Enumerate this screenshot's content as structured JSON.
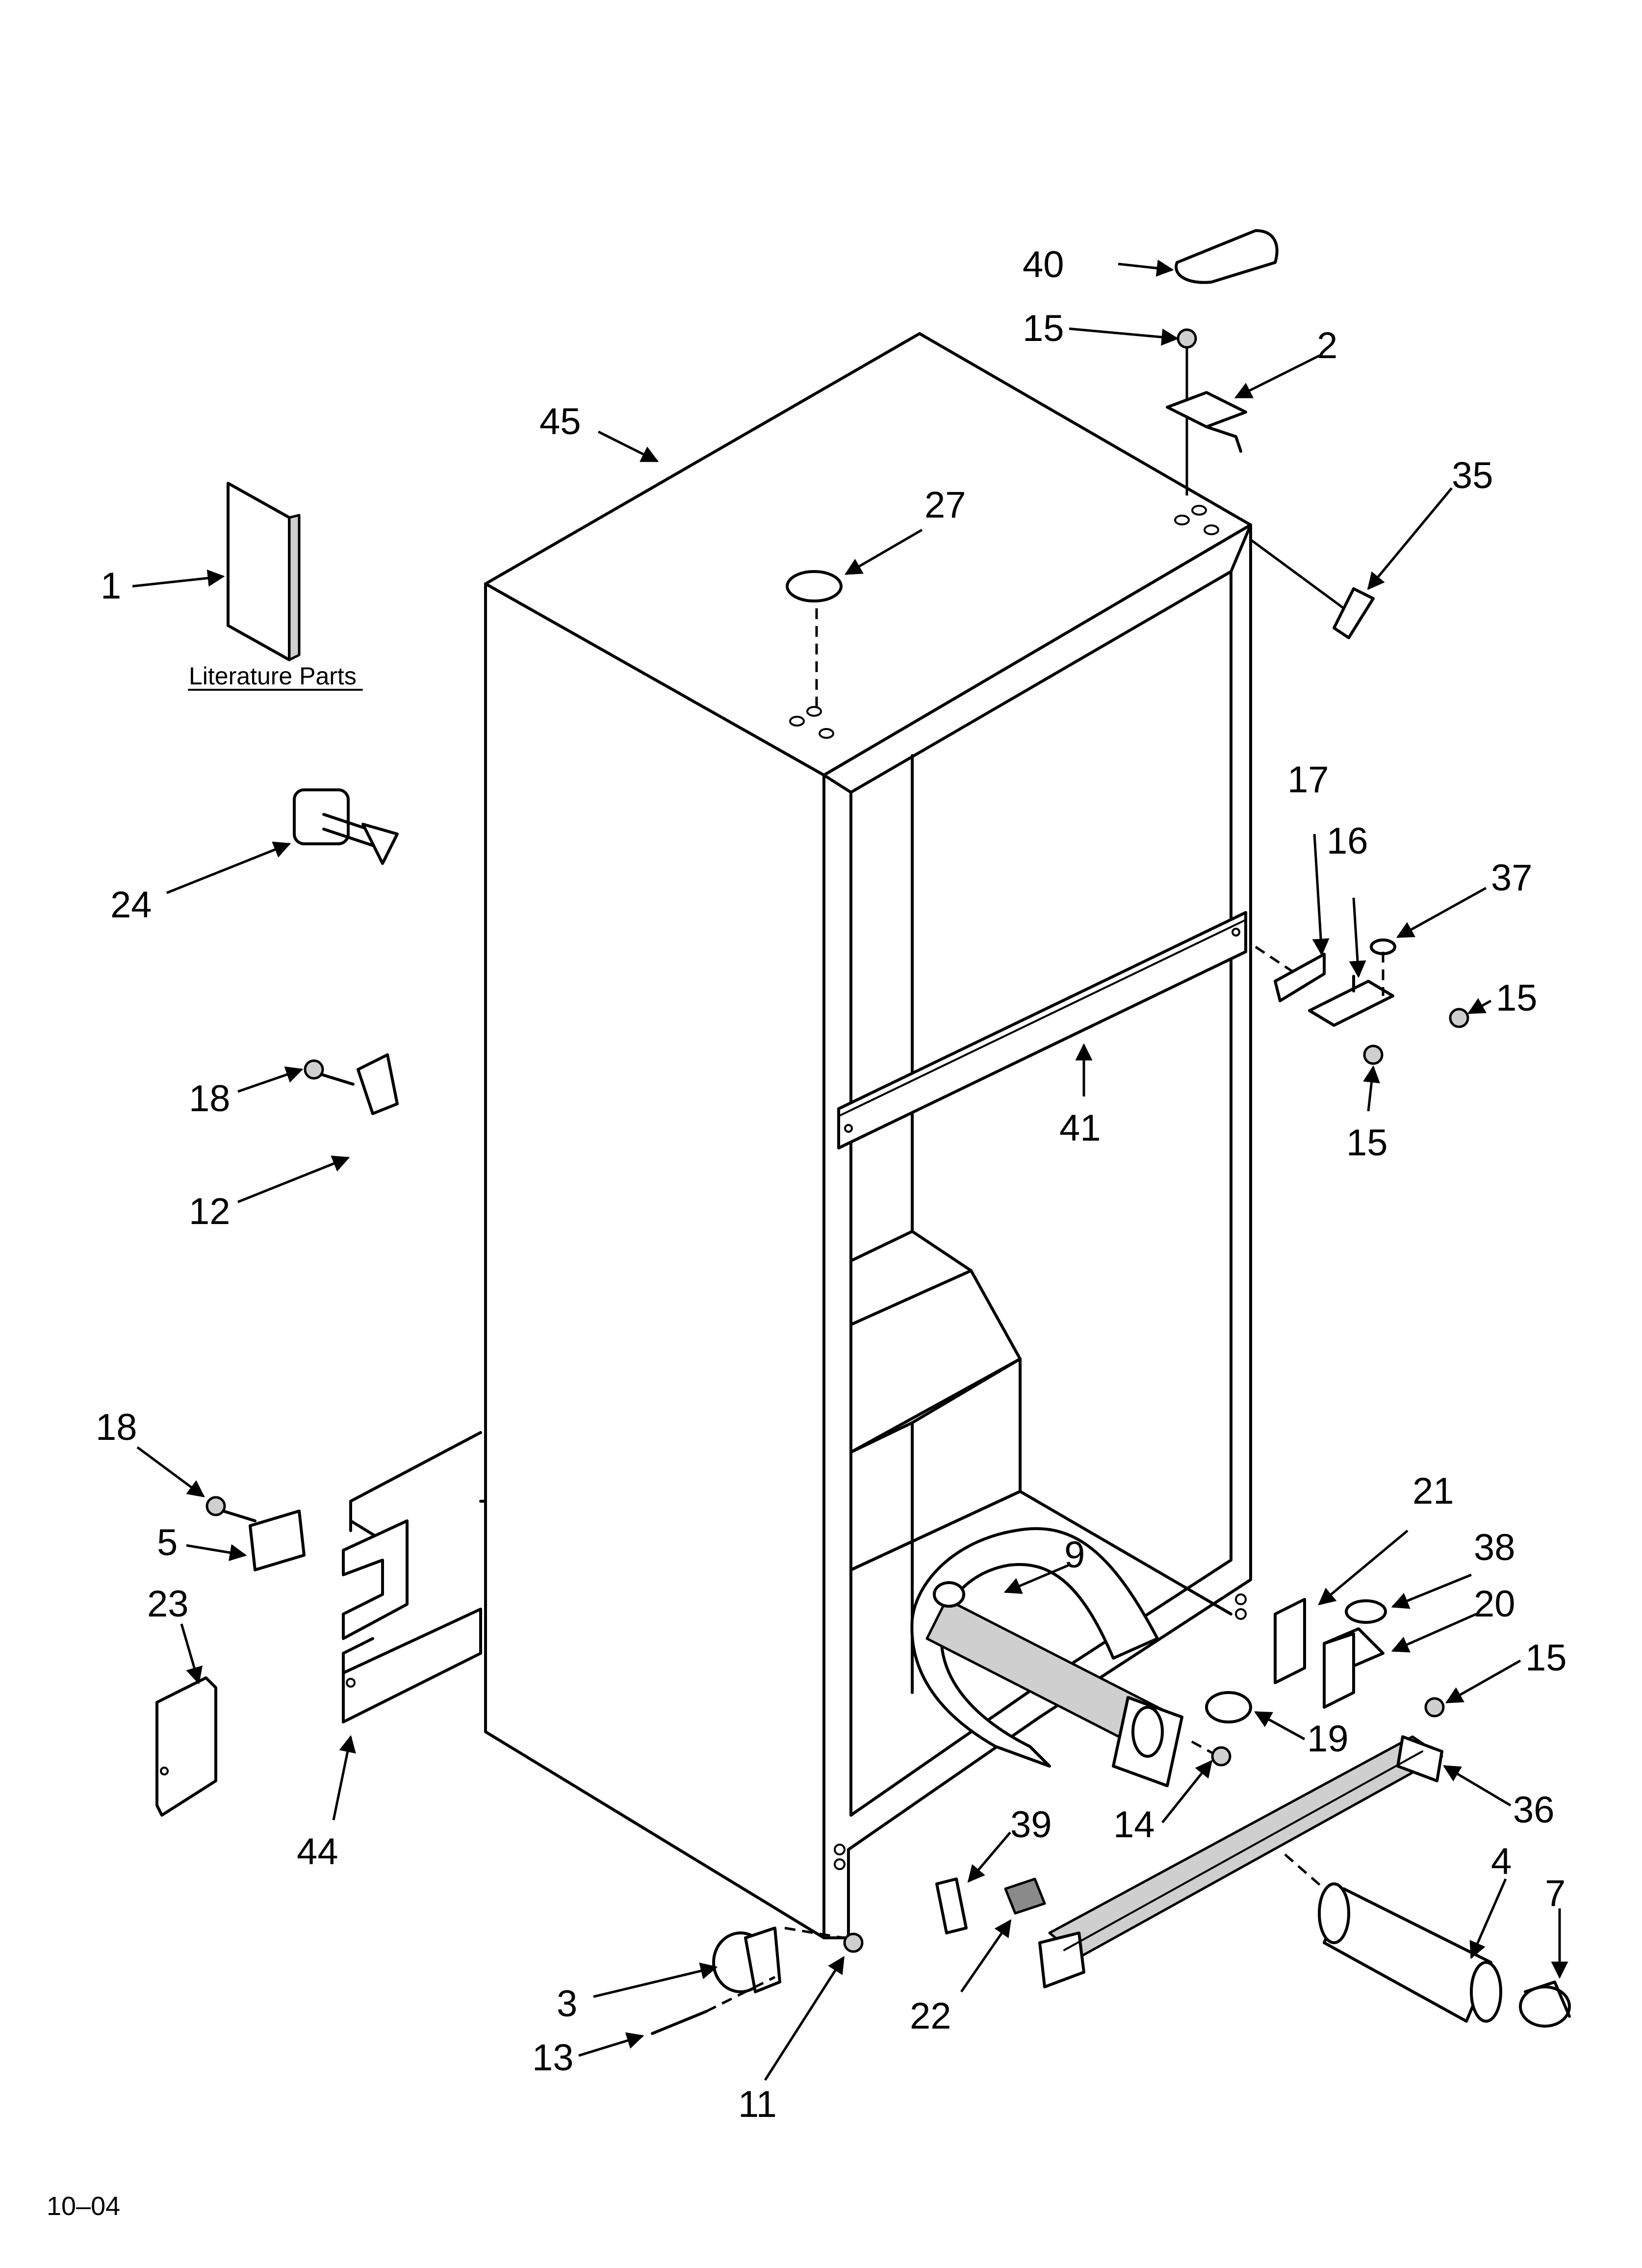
{
  "callouts": [
    {
      "id": "c40",
      "text": "40"
    },
    {
      "id": "c15a",
      "text": "15"
    },
    {
      "id": "c2",
      "text": "2"
    },
    {
      "id": "c45",
      "text": "45"
    },
    {
      "id": "c35",
      "text": "35"
    },
    {
      "id": "c27",
      "text": "27"
    },
    {
      "id": "c1",
      "text": "1"
    },
    {
      "id": "c24",
      "text": "24"
    },
    {
      "id": "c17",
      "text": "17"
    },
    {
      "id": "c16",
      "text": "16"
    },
    {
      "id": "c37",
      "text": "37"
    },
    {
      "id": "c15b",
      "text": "15"
    },
    {
      "id": "c15c",
      "text": "15"
    },
    {
      "id": "c41",
      "text": "41"
    },
    {
      "id": "c18a",
      "text": "18"
    },
    {
      "id": "c12",
      "text": "12"
    },
    {
      "id": "c18b",
      "text": "18"
    },
    {
      "id": "c5",
      "text": "5"
    },
    {
      "id": "c23",
      "text": "23"
    },
    {
      "id": "c44",
      "text": "44"
    },
    {
      "id": "c9",
      "text": "9"
    },
    {
      "id": "c21",
      "text": "21"
    },
    {
      "id": "c38",
      "text": "38"
    },
    {
      "id": "c20",
      "text": "20"
    },
    {
      "id": "c15d",
      "text": "15"
    },
    {
      "id": "c19",
      "text": "19"
    },
    {
      "id": "c36",
      "text": "36"
    },
    {
      "id": "c14",
      "text": "14"
    },
    {
      "id": "c39",
      "text": "39"
    },
    {
      "id": "c4",
      "text": "4"
    },
    {
      "id": "c7",
      "text": "7"
    },
    {
      "id": "c22",
      "text": "22"
    },
    {
      "id": "c3",
      "text": "3"
    },
    {
      "id": "c13",
      "text": "13"
    },
    {
      "id": "c11",
      "text": "11"
    }
  ],
  "literature_label": "Literature Parts",
  "revision_code": "10–04"
}
